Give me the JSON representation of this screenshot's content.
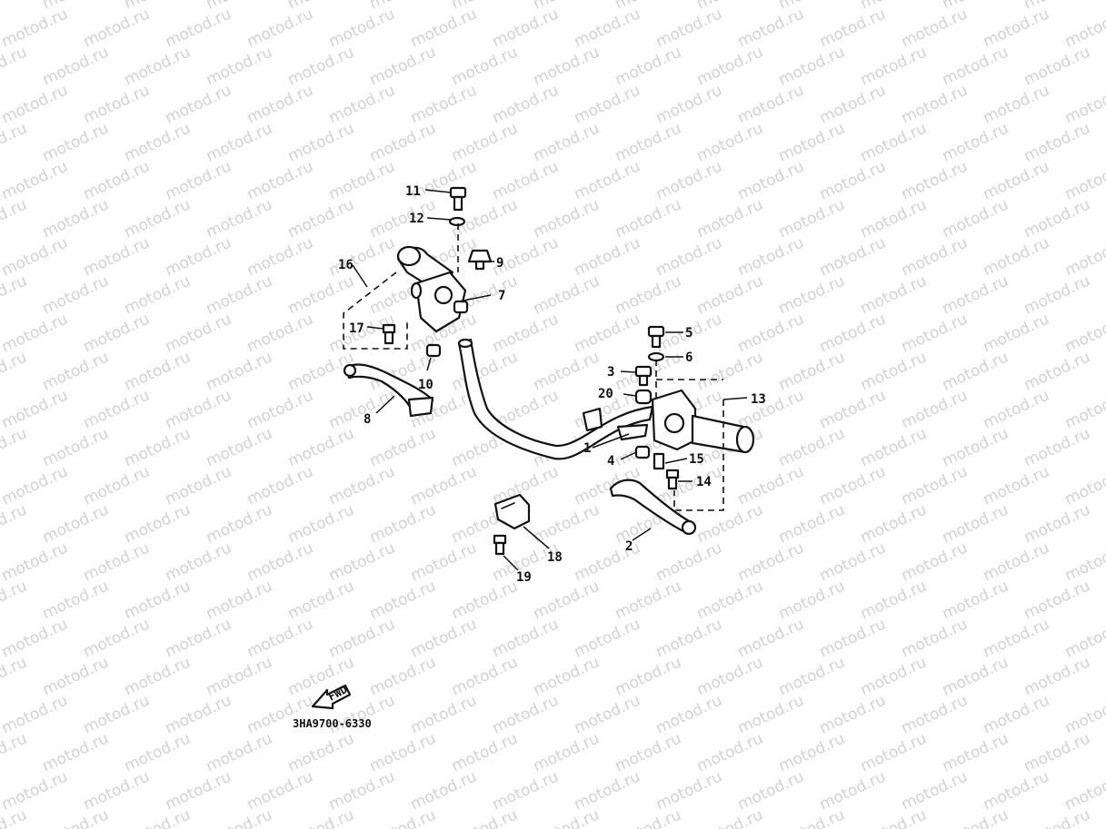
{
  "watermark": "motod.ru",
  "diagram_code": "3HA9700-6330",
  "fwd_label": "FWD",
  "callouts": [
    {
      "id": "c1",
      "text": "1"
    },
    {
      "id": "c2",
      "text": "2"
    },
    {
      "id": "c3",
      "text": "3"
    },
    {
      "id": "c4",
      "text": "4"
    },
    {
      "id": "c5",
      "text": "5"
    },
    {
      "id": "c6",
      "text": "6"
    },
    {
      "id": "c7",
      "text": "7"
    },
    {
      "id": "c8",
      "text": "8"
    },
    {
      "id": "c9",
      "text": "9"
    },
    {
      "id": "c10",
      "text": "10"
    },
    {
      "id": "c11",
      "text": "11"
    },
    {
      "id": "c12",
      "text": "12"
    },
    {
      "id": "c13",
      "text": "13"
    },
    {
      "id": "c14",
      "text": "14"
    },
    {
      "id": "c15",
      "text": "15"
    },
    {
      "id": "c16",
      "text": "16"
    },
    {
      "id": "c17",
      "text": "17"
    },
    {
      "id": "c18",
      "text": "18"
    },
    {
      "id": "c19",
      "text": "19"
    },
    {
      "id": "c20",
      "text": "20"
    }
  ]
}
